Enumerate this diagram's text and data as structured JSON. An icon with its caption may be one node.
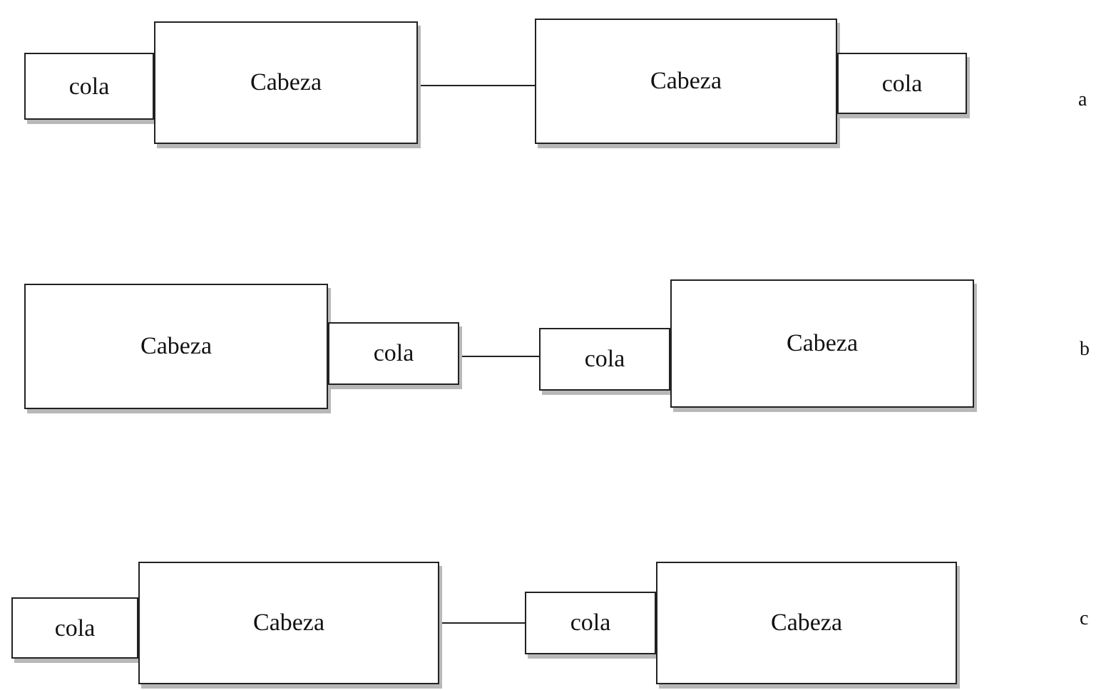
{
  "diagram": {
    "nodes": [
      {
        "text": [
          "cola"
        ]
      },
      {
        "text": [
          "Cabeza"
        ]
      },
      {
        "text": [
          "Cabeza"
        ]
      },
      {
        "text": [
          "cola"
        ]
      },
      {
        "text": [
          "Cabeza"
        ]
      },
      {
        "text": [
          "cola"
        ]
      },
      {
        "text": [
          "cola"
        ]
      },
      {
        "text": [
          "Cabeza"
        ]
      },
      {
        "text": [
          "cola"
        ]
      },
      {
        "text": [
          "Cabeza"
        ]
      },
      {
        "text": [
          "cola"
        ]
      },
      {
        "text": [
          "Cabeza"
        ]
      }
    ],
    "edges": [
      {
        "from": 1,
        "to": 2,
        "arrow": "none"
      },
      {
        "from": 5,
        "to": 6,
        "arrow": "none"
      },
      {
        "from": 9,
        "to": 10,
        "arrow": "none"
      }
    ],
    "labels": [
      "a",
      "b",
      "c"
    ]
  }
}
